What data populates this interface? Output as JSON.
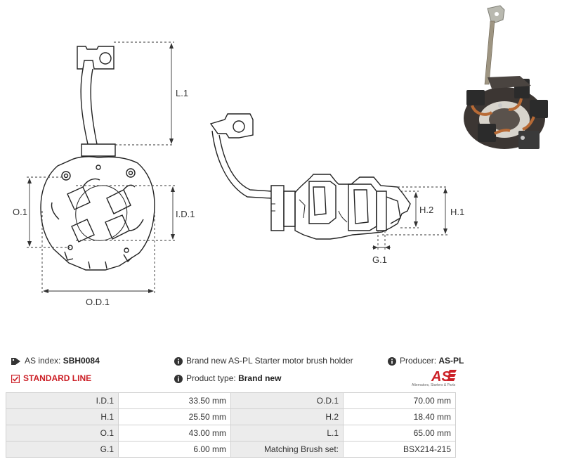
{
  "dimension_labels": {
    "L1": "L.1",
    "O1": "O.1",
    "ID1": "I.D.1",
    "OD1": "O.D.1",
    "H1": "H.1",
    "H2": "H.2",
    "G1": "G.1"
  },
  "info": {
    "as_index_label": "AS index:",
    "as_index_value": "SBH0084",
    "line_label": "STANDARD LINE",
    "description": "Brand new AS-PL Starter motor brush holder",
    "product_type_label": "Product type:",
    "product_type_value": "Brand new",
    "producer_label": "Producer:",
    "producer_value": "AS-PL"
  },
  "logo": {
    "text": "AS",
    "subtext": "Alternators, Starters & Parts",
    "color": "#cc2027"
  },
  "specs": [
    {
      "l1": "I.D.1",
      "v1": "33.50 mm",
      "l2": "O.D.1",
      "v2": "70.00 mm"
    },
    {
      "l1": "H.1",
      "v1": "25.50 mm",
      "l2": "H.2",
      "v2": "18.40 mm"
    },
    {
      "l1": "O.1",
      "v1": "43.00 mm",
      "l2": "L.1",
      "v2": "65.00 mm"
    },
    {
      "l1": "G.1",
      "v1": "6.00 mm",
      "l2": "Matching Brush set:",
      "v2": "BSX214-215"
    }
  ],
  "colors": {
    "accent": "#cc2027",
    "table_label_bg": "#ececec",
    "border": "#d0d0d0"
  }
}
